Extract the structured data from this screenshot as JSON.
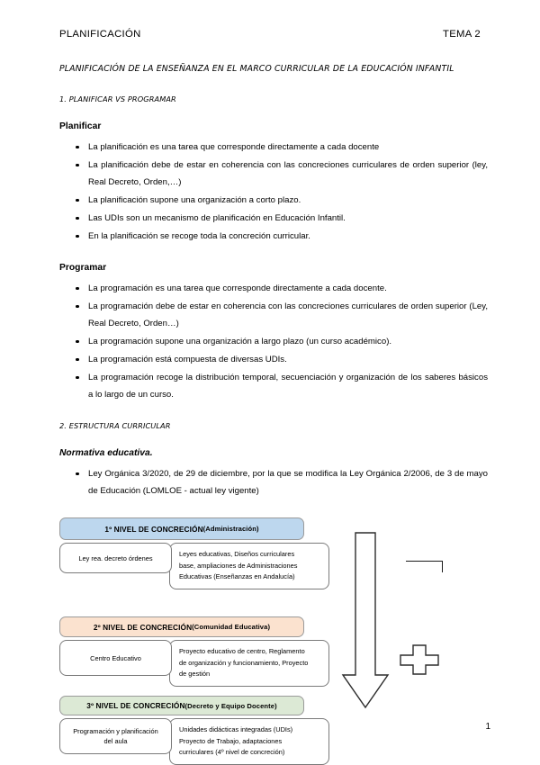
{
  "header": {
    "left": "PLANIFICACIÓN",
    "right": "TEMA 2"
  },
  "main_title": "PLANIFICACIÓN DE LA ENSEÑANZA EN EL MARCO CURRICULAR DE LA EDUCACIÓN INFANTIL",
  "section1": {
    "heading": "1. PLANIFICAR VS PROGRAMAR",
    "planificar": {
      "title": "Planificar",
      "items": [
        "La planificación es una tarea que corresponde directamente a cada docente",
        "La planificación debe de estar en coherencia con las concreciones curriculares de orden superior (ley, Real Decreto, Orden,…)",
        "La planificación supone una organización a corto plazo.",
        "Las UDIs son un mecanismo de planificación en Educación Infantil.",
        "En la planificación se recoge toda la concreción curricular."
      ]
    },
    "programar": {
      "title": "Programar",
      "items": [
        "La programación es una tarea que corresponde directamente a cada docente.",
        "La programación debe de estar en coherencia con las concreciones curriculares de orden superior (Ley, Real Decreto, Orden…)",
        "La programación supone una organización a largo plazo (un curso académico).",
        "La programación está compuesta de diversas UDIs.",
        "La programación recoge la distribución temporal, secuenciación y organización de los saberes básicos a lo largo de un curso."
      ]
    }
  },
  "section2": {
    "heading": "2. ESTRUCTURA CURRICULAR",
    "normativa": {
      "title": "Normativa educativa.",
      "items": [
        "Ley Orgánica 3/2020, de 29 de diciembre, por la que se modifica la Ley Orgánica 2/2006, de 3 de mayo de Educación (LOMLOE - actual ley vigente)"
      ]
    }
  },
  "diagram": {
    "levels": [
      {
        "header_main": "1º NIVEL DE CONCRECIÓN ",
        "header_paren": "(Administración)",
        "left_box": "Ley rea. decreto órdenes",
        "right_box_lines": [
          "Leyes educativas, Diseños curriculares",
          "base, ampliaciones de Administraciones",
          "Educativas (Enseñanzas en Andalucía)"
        ],
        "color": "#bdd7ee"
      },
      {
        "header_main": "2º NIVEL DE CONCRECIÓN ",
        "header_paren": "(Comunidad Educativa)",
        "left_box": "Centro Educativo",
        "right_box_lines": [
          "Proyecto educativo de centro, Reglamento",
          "de organización y funcionamiento, Proyecto",
          "de gestión"
        ],
        "color": "#fbe2cf"
      },
      {
        "header_main": "3º NIVEL DE CONCRECIÓN ",
        "header_paren": "(Decreto y Equipo Docente)",
        "left_box_line1": "Programación y planificación",
        "left_box_line2": "del aula",
        "right_box_lines": [
          "Unidades didácticas integradas (UDIs)",
          "Proyecto de Trabajo, adaptaciones",
          "curriculares (4º nivel de concreción)"
        ],
        "color": "#dce9d5"
      }
    ],
    "arrow_icon": "down-arrow-icon",
    "bracket_icon": "corner-bracket-icon",
    "plus_icon": "plus-icon"
  },
  "page_number": "1"
}
